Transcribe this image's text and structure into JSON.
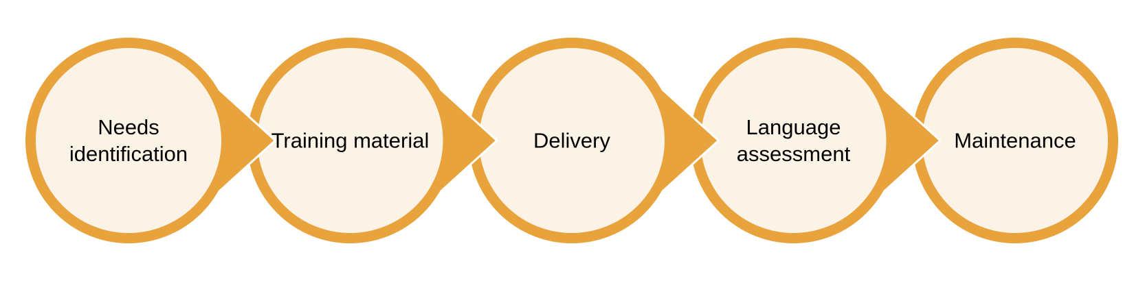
{
  "diagram": {
    "kind": "horizontal-process-flow",
    "direction": "left-to-right",
    "step_count": 5
  },
  "steps": [
    {
      "label": "Needs identification"
    },
    {
      "label": "Training material"
    },
    {
      "label": "Delivery"
    },
    {
      "label": "Language assessment"
    },
    {
      "label": "Maintenance"
    }
  ],
  "colors": {
    "accent_orange": "#E9A33C",
    "circle_fill": "#FCF3E7",
    "connector_outline": "#FFFFFF",
    "label_text": "#000000",
    "background": "#FFFFFF"
  }
}
